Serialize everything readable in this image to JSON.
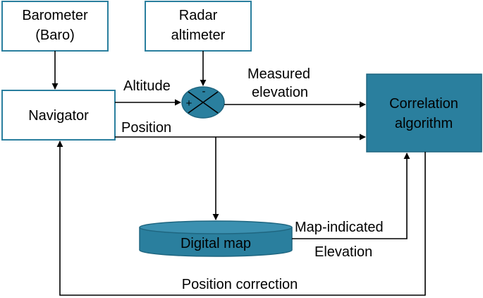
{
  "blocks": {
    "barometer": [
      "Barometer",
      "(Baro)"
    ],
    "radar": [
      "Radar",
      "altimeter"
    ],
    "navigator": "Navigator",
    "correlation": [
      "Correlation",
      "algorithm"
    ],
    "digital_map": "Digital map",
    "summing_junction": {
      "plus": "+",
      "minus": "-"
    }
  },
  "signals": {
    "altitude": "Altitude",
    "measured_elevation": [
      "Measured",
      "elevation"
    ],
    "position": "Position",
    "map_indicated": [
      "Map-indicated",
      "Elevation"
    ],
    "position_correction": "Position correction"
  },
  "colors": {
    "block_border": "#2a7f9e",
    "block_fill": "#2a7f9e",
    "line": "#000000"
  }
}
